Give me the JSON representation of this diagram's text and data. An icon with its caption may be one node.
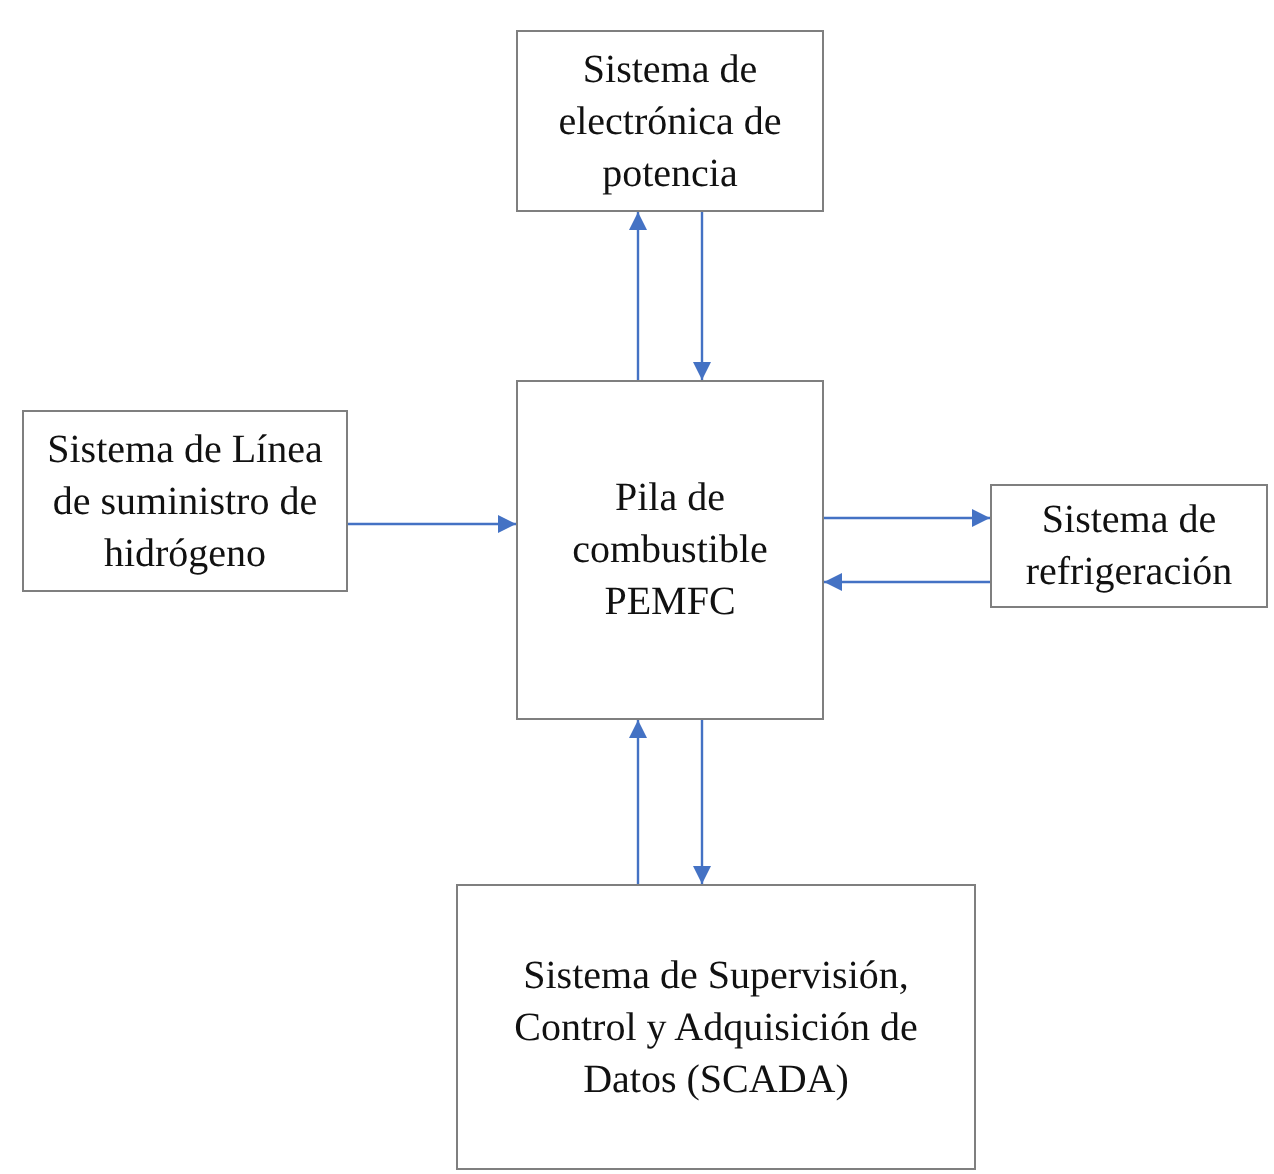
{
  "diagram": {
    "nodes": [
      {
        "text": [
          "Sistema de electrónica de potencia"
        ]
      },
      {
        "text": [
          "Sistema de Línea de suministro de hidrógeno"
        ]
      },
      {
        "text": [
          "Pila de combustible PEMFC"
        ]
      },
      {
        "text": [
          "Sistema de refrigeración"
        ]
      },
      {
        "text": [
          "Sistema de Supervisión, Control y Adquisición de Datos (SCADA)"
        ]
      }
    ],
    "edges": [
      {
        "from": 2,
        "to": 0,
        "arrow": "to"
      },
      {
        "from": 0,
        "to": 2,
        "arrow": "to"
      },
      {
        "from": 1,
        "to": 2,
        "arrow": "to"
      },
      {
        "from": 2,
        "to": 3,
        "arrow": "to"
      },
      {
        "from": 3,
        "to": 2,
        "arrow": "to"
      },
      {
        "from": 4,
        "to": 2,
        "arrow": "to"
      },
      {
        "from": 2,
        "to": 4,
        "arrow": "to"
      }
    ]
  }
}
